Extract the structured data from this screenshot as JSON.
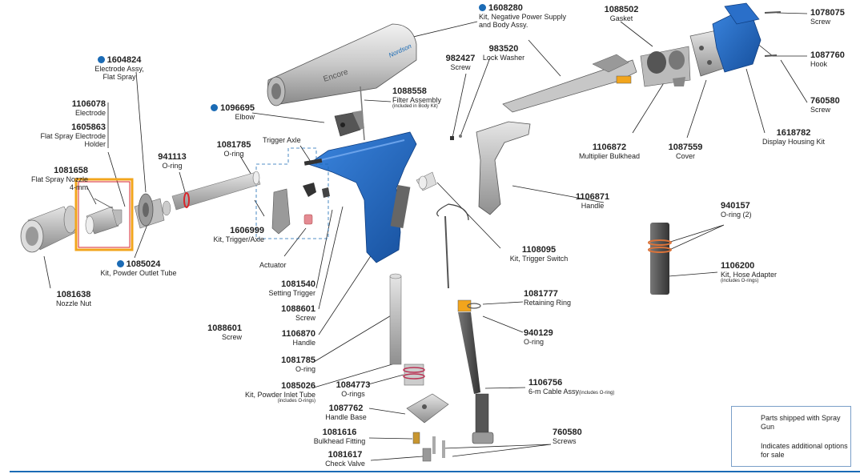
{
  "labels": {
    "p1608280": {
      "num": "1608280",
      "text1": "Kit, Negative Power Supply",
      "text2": "and Body Assy."
    },
    "p1088502": {
      "num": "1088502",
      "text1": "Gasket"
    },
    "p1078075": {
      "num": "1078075",
      "text1": "Screw"
    },
    "p1604824": {
      "num": "1604824",
      "text1": "Electrode Assy,",
      "text2": "Flat Spray"
    },
    "p983520": {
      "num": "983520",
      "text1": "Lock Washer"
    },
    "p982427": {
      "num": "982427",
      "text1": "Screw"
    },
    "p1087760": {
      "num": "1087760",
      "text1": "Hook"
    },
    "p1088558": {
      "num": "1088558",
      "text1": "Filter Assembly",
      "text2": "(included in Body Kit)"
    },
    "p1106078": {
      "num": "1106078",
      "text1": "Electrode"
    },
    "p1605863": {
      "num": "1605863",
      "text1": "Flat Spray Electrode",
      "text2": "Holder"
    },
    "p1096695": {
      "num": "1096695",
      "text1": "Elbow"
    },
    "p760580a": {
      "num": "760580",
      "text1": "Screw"
    },
    "p1618782": {
      "num": "1618782",
      "text1": "Display Housing Kit"
    },
    "p1081785a": {
      "num": "1081785",
      "text1": "O-ring"
    },
    "p941113": {
      "num": "941113",
      "text1": "O-ring"
    },
    "triggerAxle": {
      "text1": "Trigger Axle"
    },
    "p1106872": {
      "num": "1106872",
      "text1": "Multiplier Bulkhead"
    },
    "p1087559": {
      "num": "1087559",
      "text1": "Cover"
    },
    "p1081658": {
      "num": "1081658",
      "text1": "Flat Spray Nozzle",
      "text2": "4-mm"
    },
    "p1106871": {
      "num": "1106871",
      "text1": "Handle"
    },
    "p940157": {
      "num": "940157",
      "text1": "O-ring (2)"
    },
    "p1606999": {
      "num": "1606999",
      "text1": "Kit, Trigger/Axle"
    },
    "actuator": {
      "text1": "Actuator"
    },
    "p1108095": {
      "num": "1108095",
      "text1": "Kit, Trigger Switch"
    },
    "p1085024": {
      "num": "1085024",
      "text1": "Kit, Powder Outlet Tube"
    },
    "p1106200": {
      "num": "1106200",
      "text1": "Kit, Hose Adapter",
      "text2": "(includes O-rings)"
    },
    "p1081540": {
      "num": "1081540",
      "text1": "Setting Trigger"
    },
    "p1081638": {
      "num": "1081638",
      "text1": "Nozzle Nut"
    },
    "p1081777": {
      "num": "1081777",
      "text1": "Retaining Ring"
    },
    "p1088601a": {
      "num": "1088601",
      "text1": "Screw"
    },
    "p1088601b": {
      "num": "1088601",
      "text1": "Screw"
    },
    "p1106870": {
      "num": "1106870",
      "text1": "Handle"
    },
    "p940129": {
      "num": "940129",
      "text1": "O-ring"
    },
    "p1081785b": {
      "num": "1081785",
      "text1": "O-ring"
    },
    "p1085026": {
      "num": "1085026",
      "text1": "Kit, Powder Inlet Tube",
      "text2": "(includes O-rings)"
    },
    "p1084773": {
      "num": "1084773",
      "text1": "O-rings"
    },
    "p1106756": {
      "num": "1106756",
      "text1": "6-m Cable Assy",
      "text2": "(includes O-ring)"
    },
    "p1087762": {
      "num": "1087762",
      "text1": "Handle Base"
    },
    "p760580b": {
      "num": "760580",
      "text1": "Screws"
    },
    "p1081616": {
      "num": "1081616",
      "text1": "Bulkhead Fitting"
    },
    "p1081617": {
      "num": "1081617",
      "text1": "Check Valve"
    }
  },
  "brand": {
    "name": "Nordson",
    "model": "Encore"
  },
  "legend": {
    "triangle": "Parts shipped with Spray Gun",
    "circle": "Indicates additional options for sale"
  },
  "colors": {
    "accent": "#1b6bb5",
    "handle_blue": "#2a6fc9",
    "highlight": "#f2a51c",
    "part_red": "#d9262b"
  }
}
